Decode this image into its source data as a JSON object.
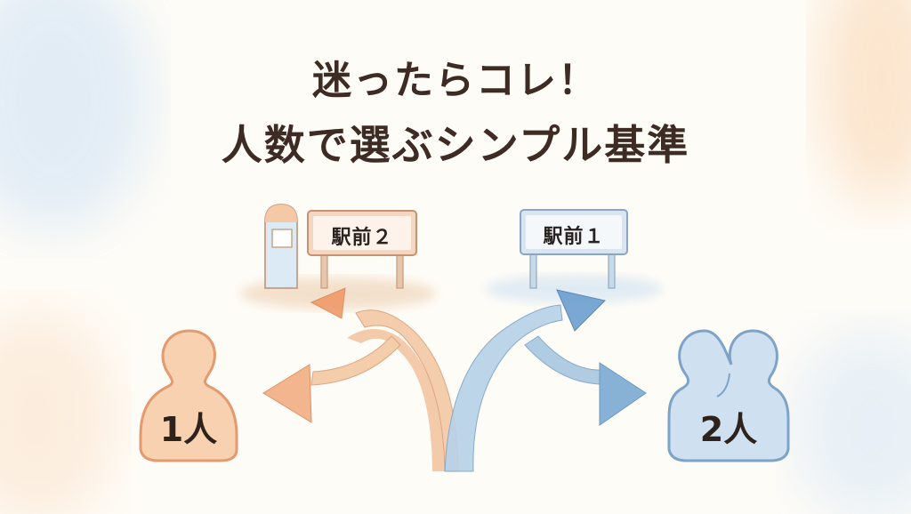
{
  "title": {
    "line1": "迷ったらコレ！",
    "line2": "人数で選ぶシンプル基準"
  },
  "signs": [
    {
      "label": "駅前２",
      "theme": "orange",
      "icon": "station-signboard-icon"
    },
    {
      "label": "駅前１",
      "theme": "blue",
      "icon": "station-signboard-icon"
    }
  ],
  "people": [
    {
      "label": "1人",
      "icon": "single-person-icon",
      "theme": "orange"
    },
    {
      "label": "2人",
      "icon": "two-people-icon",
      "theme": "blue"
    }
  ],
  "arrows": [
    {
      "name": "orange-fork-arrow",
      "targets": [
        "駅前２",
        "1人"
      ],
      "color": "#f0a070"
    },
    {
      "name": "blue-fork-arrow",
      "targets": [
        "駅前１",
        "2人"
      ],
      "color": "#6a9fd0"
    }
  ],
  "colors": {
    "title_text": "#3d2b24",
    "orange": "#f2a878",
    "orange_stroke": "#d9875a",
    "blue": "#8db8dc",
    "blue_stroke": "#5f8fbf",
    "background": "#fefcf7"
  }
}
